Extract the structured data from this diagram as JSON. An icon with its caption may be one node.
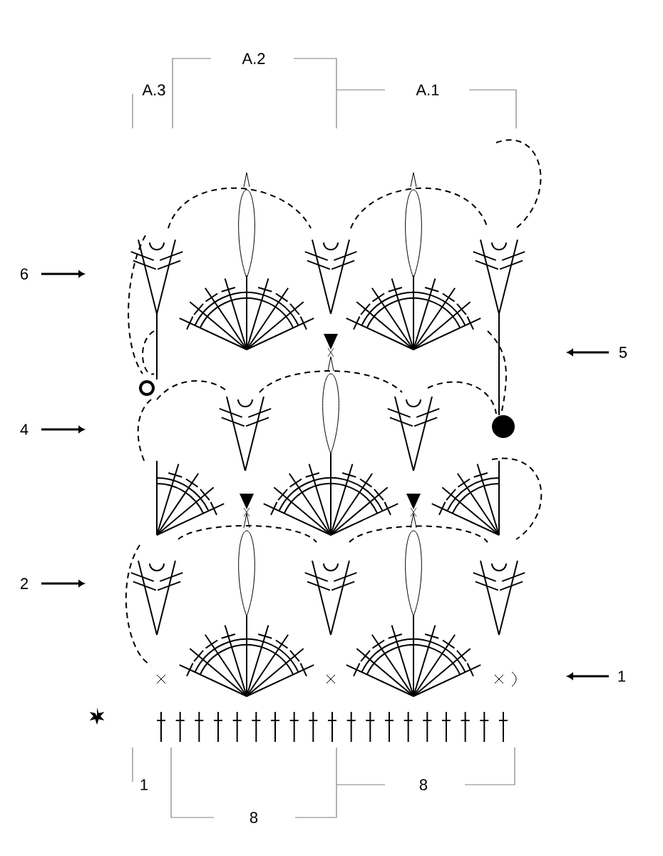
{
  "diagram": {
    "labels": [
      "A.2",
      "A.3",
      "A.1",
      "6",
      "5",
      "4",
      "2",
      "1",
      "1",
      "8",
      "8"
    ]
  }
}
